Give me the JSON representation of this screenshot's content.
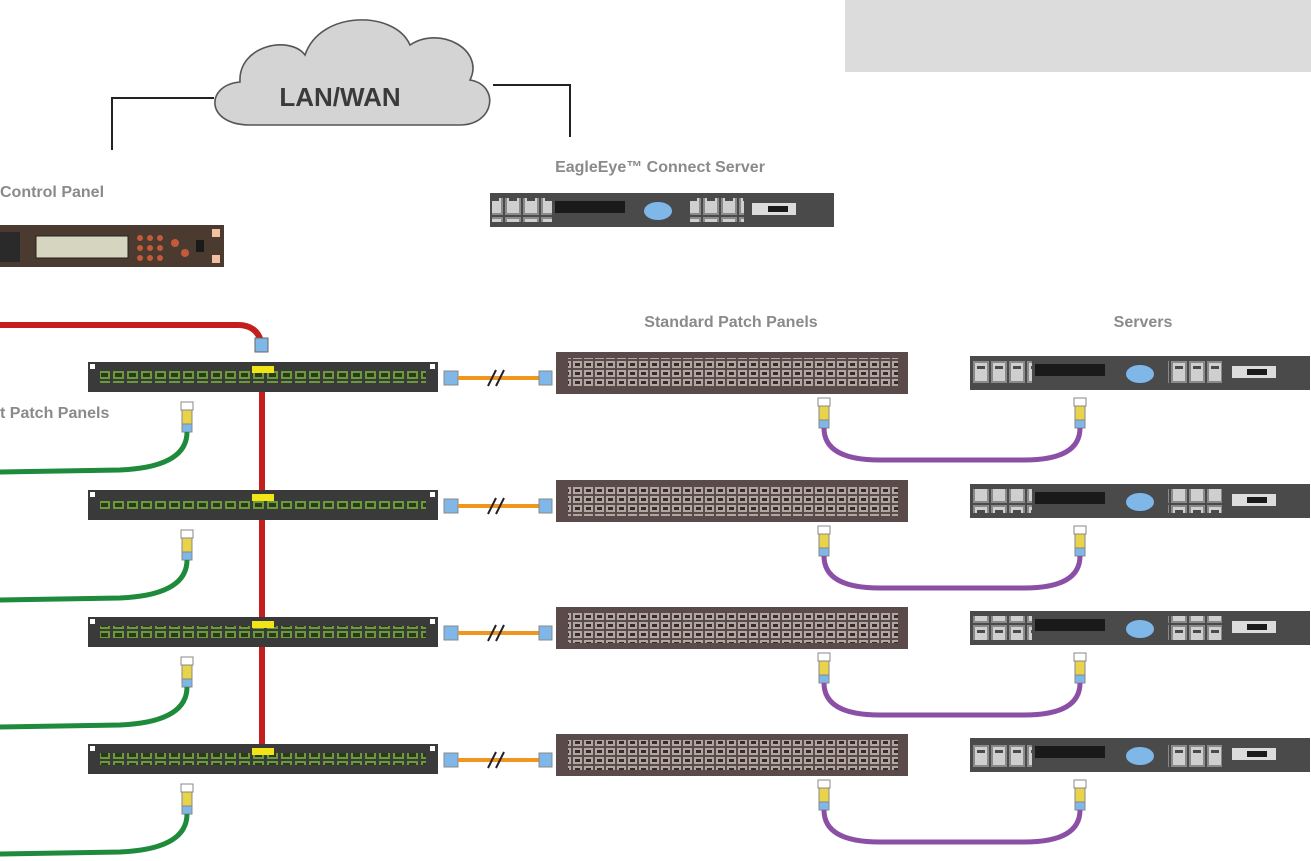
{
  "labels": {
    "cloud": "LAN/WAN",
    "server": "EagleEye™ Connect Server",
    "control_panel": "Control Panel",
    "smart_patch_panels": "t Patch Panels",
    "standard_patch_panels": "Standard Patch Panels",
    "servers": "Servers"
  },
  "cable_colors": {
    "network": "#c41e1e",
    "smart_patch": "#1e8a3c",
    "trunk": "#f0961e",
    "server_patch": "#8c4fa6"
  },
  "device_colors": {
    "panel_body": "#3a3a3a",
    "panel_port": "#6a9a3a",
    "panel_led": "#f2e417",
    "standard_panel_body": "#5a4a4a",
    "server_body": "#4a4a4a",
    "server_badge": "#7fb8e8",
    "gray_box": "#dcdcdc"
  },
  "rows": [
    {
      "smart_panel": "smart-patch-panel-1",
      "standard_panel": "standard-patch-panel-1",
      "server": "server-1"
    },
    {
      "smart_panel": "smart-patch-panel-2",
      "standard_panel": "standard-patch-panel-2",
      "server": "server-2"
    },
    {
      "smart_panel": "smart-patch-panel-3",
      "standard_panel": "standard-patch-panel-3",
      "server": "server-3"
    },
    {
      "smart_panel": "smart-patch-panel-4",
      "standard_panel": "standard-patch-panel-4",
      "server": "server-4"
    }
  ]
}
